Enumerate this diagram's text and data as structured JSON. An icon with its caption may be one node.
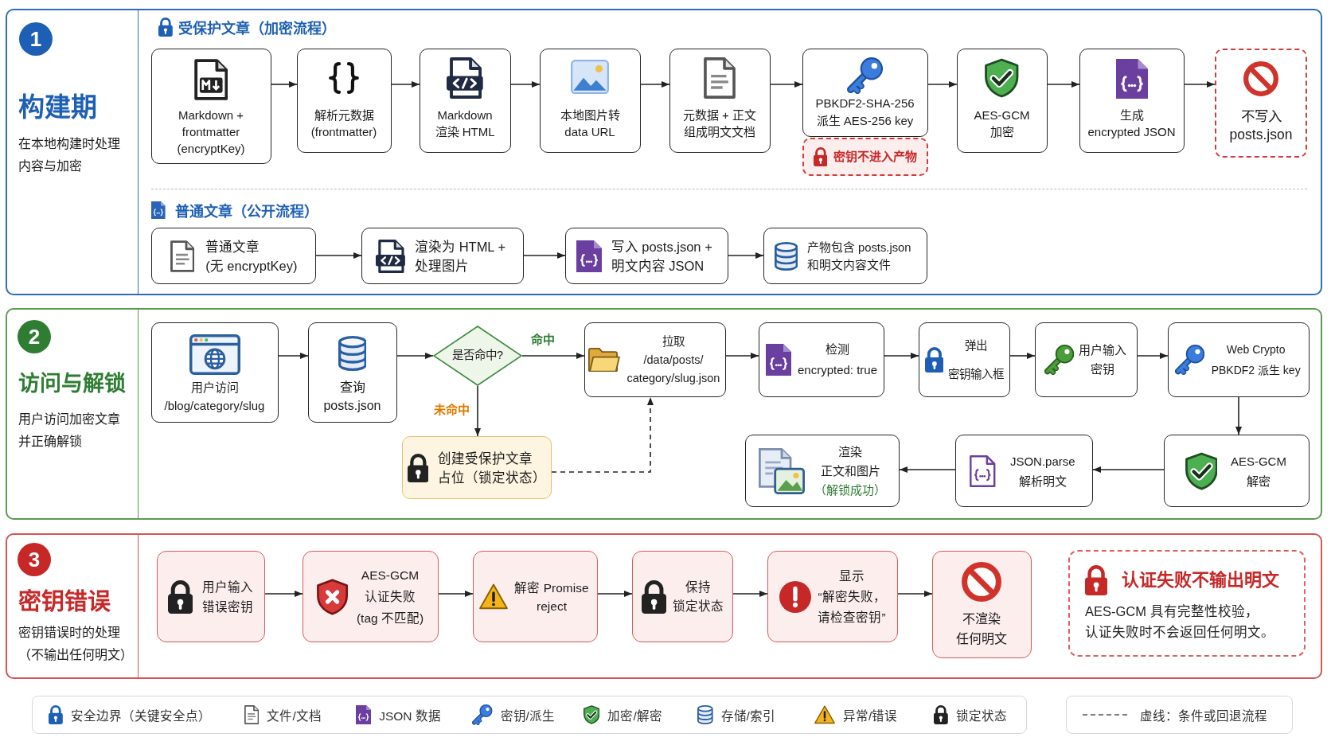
{
  "diagram": {
    "nodes": [
      {
        "text": [
          "1",
          "构建期",
          "在本地构建时处理内容与加密"
        ]
      },
      {
        "text": [
          "Markdown + frontmatter (encryptKey)"
        ],
        "in": 0
      },
      {
        "text": [
          "解析元数据 (frontmatter)"
        ],
        "in": 0
      },
      {
        "text": [
          "Markdown 渲染 HTML"
        ],
        "in": 0
      },
      {
        "text": [
          "本地图片转 data URL"
        ],
        "in": 0
      },
      {
        "text": [
          "元数据 + 正文组成明文文档"
        ],
        "in": 0
      },
      {
        "text": [
          "PBKDF2-SHA-256 派生 AES-256 key"
        ],
        "in": 0
      },
      {
        "text": [
          "密钥不进入产物"
        ],
        "in": 0
      },
      {
        "text": [
          "AES-GCM 加密"
        ],
        "in": 0
      },
      {
        "text": [
          "生成",
          "encrypted JSON"
        ],
        "in": 0
      },
      {
        "text": [
          "不写入 posts.json"
        ],
        "in": 0
      },
      {
        "text": [
          "普通文章",
          "(无 encryptKey)"
        ],
        "in": 0
      },
      {
        "text": [
          "渲染为 HTML + 处理图片"
        ],
        "in": 0
      },
      {
        "text": [
          "写入 posts.json + 明文内容 JSON"
        ],
        "in": 0
      },
      {
        "text": [
          "产物包含 posts.json 和明文内容文件"
        ],
        "in": 0
      },
      {
        "text": [
          "2",
          "访问与解锁",
          "用户访问加密文章并正确解锁"
        ]
      },
      {
        "text": [
          "用户访问 /blog/category/slug"
        ],
        "in": 15
      },
      {
        "text": [
          "查询 posts.json"
        ],
        "in": 15
      },
      {
        "text": [
          "是否命中?"
        ],
        "in": 15
      },
      {
        "text": [
          "拉取",
          "/data/posts/ category/slug.json"
        ],
        "in": 15
      },
      {
        "text": [
          "创建受保护文章",
          "占位（锁定状态）"
        ],
        "in": 15
      },
      {
        "text": [
          "检测",
          "encrypted: true"
        ],
        "in": 15
      },
      {
        "text": [
          "弹出",
          "密钥输入框"
        ],
        "in": 15
      },
      {
        "text": [
          "用户输入密钥"
        ],
        "in": 15
      },
      {
        "text": [
          "Web Crypto PBKDF2 派生 key"
        ],
        "in": 15
      },
      {
        "text": [
          "AES-GCM 解密"
        ],
        "in": 15
      },
      {
        "text": [
          "JSON.parse 解析明文"
        ],
        "in": 15
      },
      {
        "text": [
          "渲染",
          "正文和图片",
          "（解锁成功）"
        ],
        "in": 15
      },
      {
        "text": [
          "3",
          "密钥错误",
          "密钥错误时的处理（不输出任何明文）"
        ]
      },
      {
        "text": [
          "用户输入错误密钥"
        ],
        "in": 28
      },
      {
        "text": [
          "AES-GCM 认证失败 (tag 不匹配)"
        ],
        "in": 28
      },
      {
        "text": [
          "解密 Promise reject"
        ],
        "in": 28
      },
      {
        "text": [
          "保持",
          "锁定状态"
        ],
        "in": 28
      },
      {
        "text": [
          "显示",
          "“解密失败，请检查密钥”"
        ],
        "in": 28
      },
      {
        "text": [
          "不渲染",
          "任何明文"
        ],
        "in": 28
      },
      {
        "text": [
          "认证失败不输出明文",
          "AES-GCM 具有完整性校验，认证失败时不会返回任何明文。"
        ],
        "in": 28
      }
    ],
    "edges": [
      {
        "from": 1,
        "to": 2,
        "arrow": "to"
      },
      {
        "from": 2,
        "to": 3,
        "arrow": "to"
      },
      {
        "from": 3,
        "to": 4,
        "arrow": "to"
      },
      {
        "from": 4,
        "to": 5,
        "arrow": "to"
      },
      {
        "from": 5,
        "to": 6,
        "arrow": "to"
      },
      {
        "from": 6,
        "to": 8,
        "arrow": "to"
      },
      {
        "from": 8,
        "to": 9,
        "arrow": "to"
      },
      {
        "from": 9,
        "to": 10,
        "arrow": "to"
      },
      {
        "from": 11,
        "to": 12,
        "arrow": "to"
      },
      {
        "from": 12,
        "to": 13,
        "arrow": "to"
      },
      {
        "from": 13,
        "to": 14,
        "arrow": "to"
      },
      {
        "from": 16,
        "to": 17,
        "arrow": "to"
      },
      {
        "from": 17,
        "to": 18,
        "arrow": "to"
      },
      {
        "from": 18,
        "to": 19,
        "arrow": "to",
        "label": "命中"
      },
      {
        "from": 18,
        "to": 20,
        "arrow": "to",
        "label": "未命中"
      },
      {
        "from": 20,
        "to": 19,
        "arrow": "to",
        "style": "dashed"
      },
      {
        "from": 19,
        "to": 21,
        "arrow": "to"
      },
      {
        "from": 21,
        "to": 22,
        "arrow": "to"
      },
      {
        "from": 22,
        "to": 23,
        "arrow": "to"
      },
      {
        "from": 23,
        "to": 24,
        "arrow": "to"
      },
      {
        "from": 24,
        "to": 25,
        "arrow": "to"
      },
      {
        "from": 25,
        "to": 26,
        "arrow": "to"
      },
      {
        "from": 26,
        "to": 27,
        "arrow": "to"
      },
      {
        "from": 29,
        "to": 30,
        "arrow": "to"
      },
      {
        "from": 30,
        "to": 31,
        "arrow": "to"
      },
      {
        "from": 31,
        "to": 32,
        "arrow": "to"
      },
      {
        "from": 32,
        "to": 33,
        "arrow": "to"
      },
      {
        "from": 33,
        "to": 34,
        "arrow": "to"
      }
    ],
    "labels": [
      "受保护文章（加密流程）",
      "普通文章（公开流程）"
    ],
    "legend": [
      {
        "text": "安全边界（关键安全点）"
      },
      {
        "text": "文件/文档"
      },
      {
        "text": "JSON 数据"
      },
      {
        "text": "密钥/派生"
      },
      {
        "text": "加密/解密"
      },
      {
        "text": "存储/索引"
      },
      {
        "text": "异常/错误"
      },
      {
        "text": "锁定状态"
      },
      {
        "text": "虚线：条件或回退流程"
      }
    ]
  }
}
